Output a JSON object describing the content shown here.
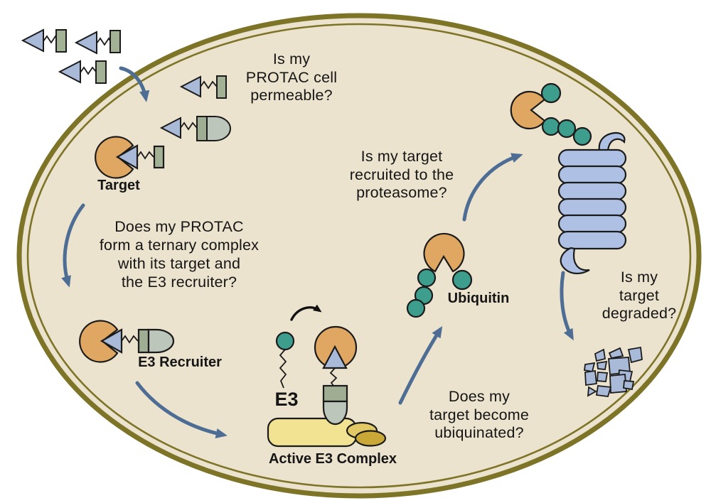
{
  "figure": {
    "type": "pathway-diagram",
    "topic": "PROTAC-mediated target degradation inside a cell"
  },
  "questions": {
    "permeable": {
      "lines": [
        "Is my",
        "PROTAC cell",
        "permeable?"
      ]
    },
    "ternary": {
      "lines": [
        "Does my PROTAC",
        "form a ternary complex",
        "with its target and",
        "the E3 recruiter?"
      ]
    },
    "recruited": {
      "lines": [
        "Is my target",
        "recruited to the",
        "proteasome?"
      ]
    },
    "ubiquinated": {
      "lines": [
        "Does my",
        "target become",
        "ubiquinated?"
      ]
    },
    "degraded": {
      "lines": [
        "Is my",
        "target",
        "degraded?"
      ]
    }
  },
  "labels": {
    "target": "Target",
    "e3_recruiter": "E3 Recruiter",
    "e3": "E3",
    "active_e3_complex": "Active E3 Complex",
    "ubiquitin": "Ubiquitin"
  },
  "colors": {
    "cell_fill": "#ece3cf",
    "membrane_olive": "#7d7428",
    "arrow_blue": "#4d6d94",
    "black_arrow": "#111111",
    "protac_warhead_blue": "#a9bad9",
    "linker_rect_green": "#a3b295",
    "e3_binder_dome_green": "#bcc6ba",
    "target_orange": "#e0a763",
    "ubiquitin_teal": "#3e9e8d",
    "proteasome_blue": "#aec0e4",
    "e3_base_yellow": "#f2e392",
    "e3_ellipse_mid_yellow": "#e3c966",
    "e3_ellipse_dark_yellow": "#c9a837",
    "text": "#151515"
  }
}
